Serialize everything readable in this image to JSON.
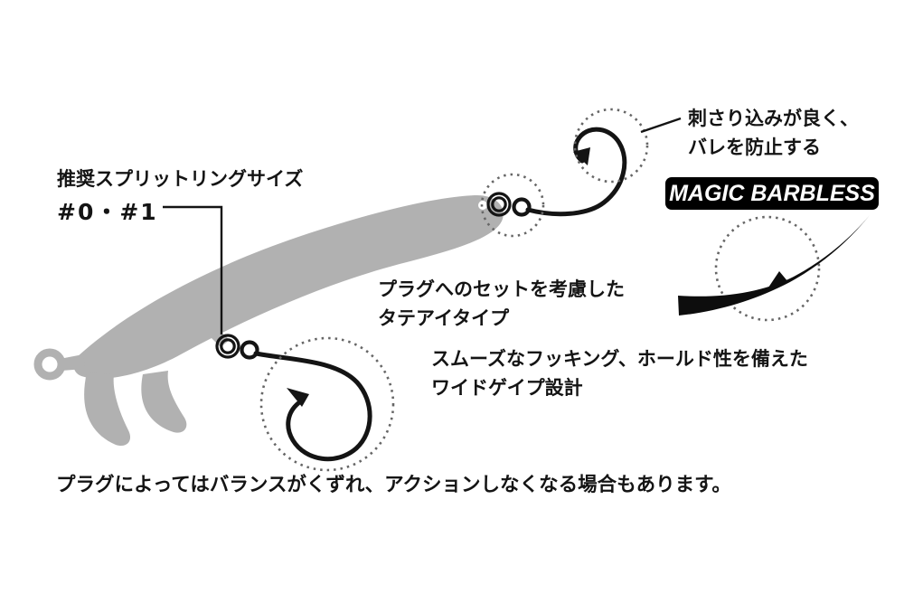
{
  "page": {
    "background": "#ffffff"
  },
  "colors": {
    "lure_gray": "#b1b1b1",
    "ink": "#141414",
    "dotted_circle": "#666666",
    "badge_background": "#000000",
    "badge_text": "#ffffff"
  },
  "labels": {
    "split_ring_size": {
      "line1": "推奨スプリットリングサイズ",
      "line2": "#0・#1"
    },
    "penetration": {
      "line1": "刺さり込みが良く、",
      "line2": "バレを防止する"
    },
    "magic_barbless_badge": "MAGIC BARBLESS",
    "eye_type": {
      "line1": "プラグへのセットを考慮した",
      "line2": "タテアイタイプ"
    },
    "wide_gape": {
      "line1": "スムーズなフッキング、ホールド性を備えた",
      "line2": "ワイドゲイプ設計"
    },
    "footnote": "プラグによってはバランスがくずれ、アクションしなくなる場合もあります。"
  }
}
